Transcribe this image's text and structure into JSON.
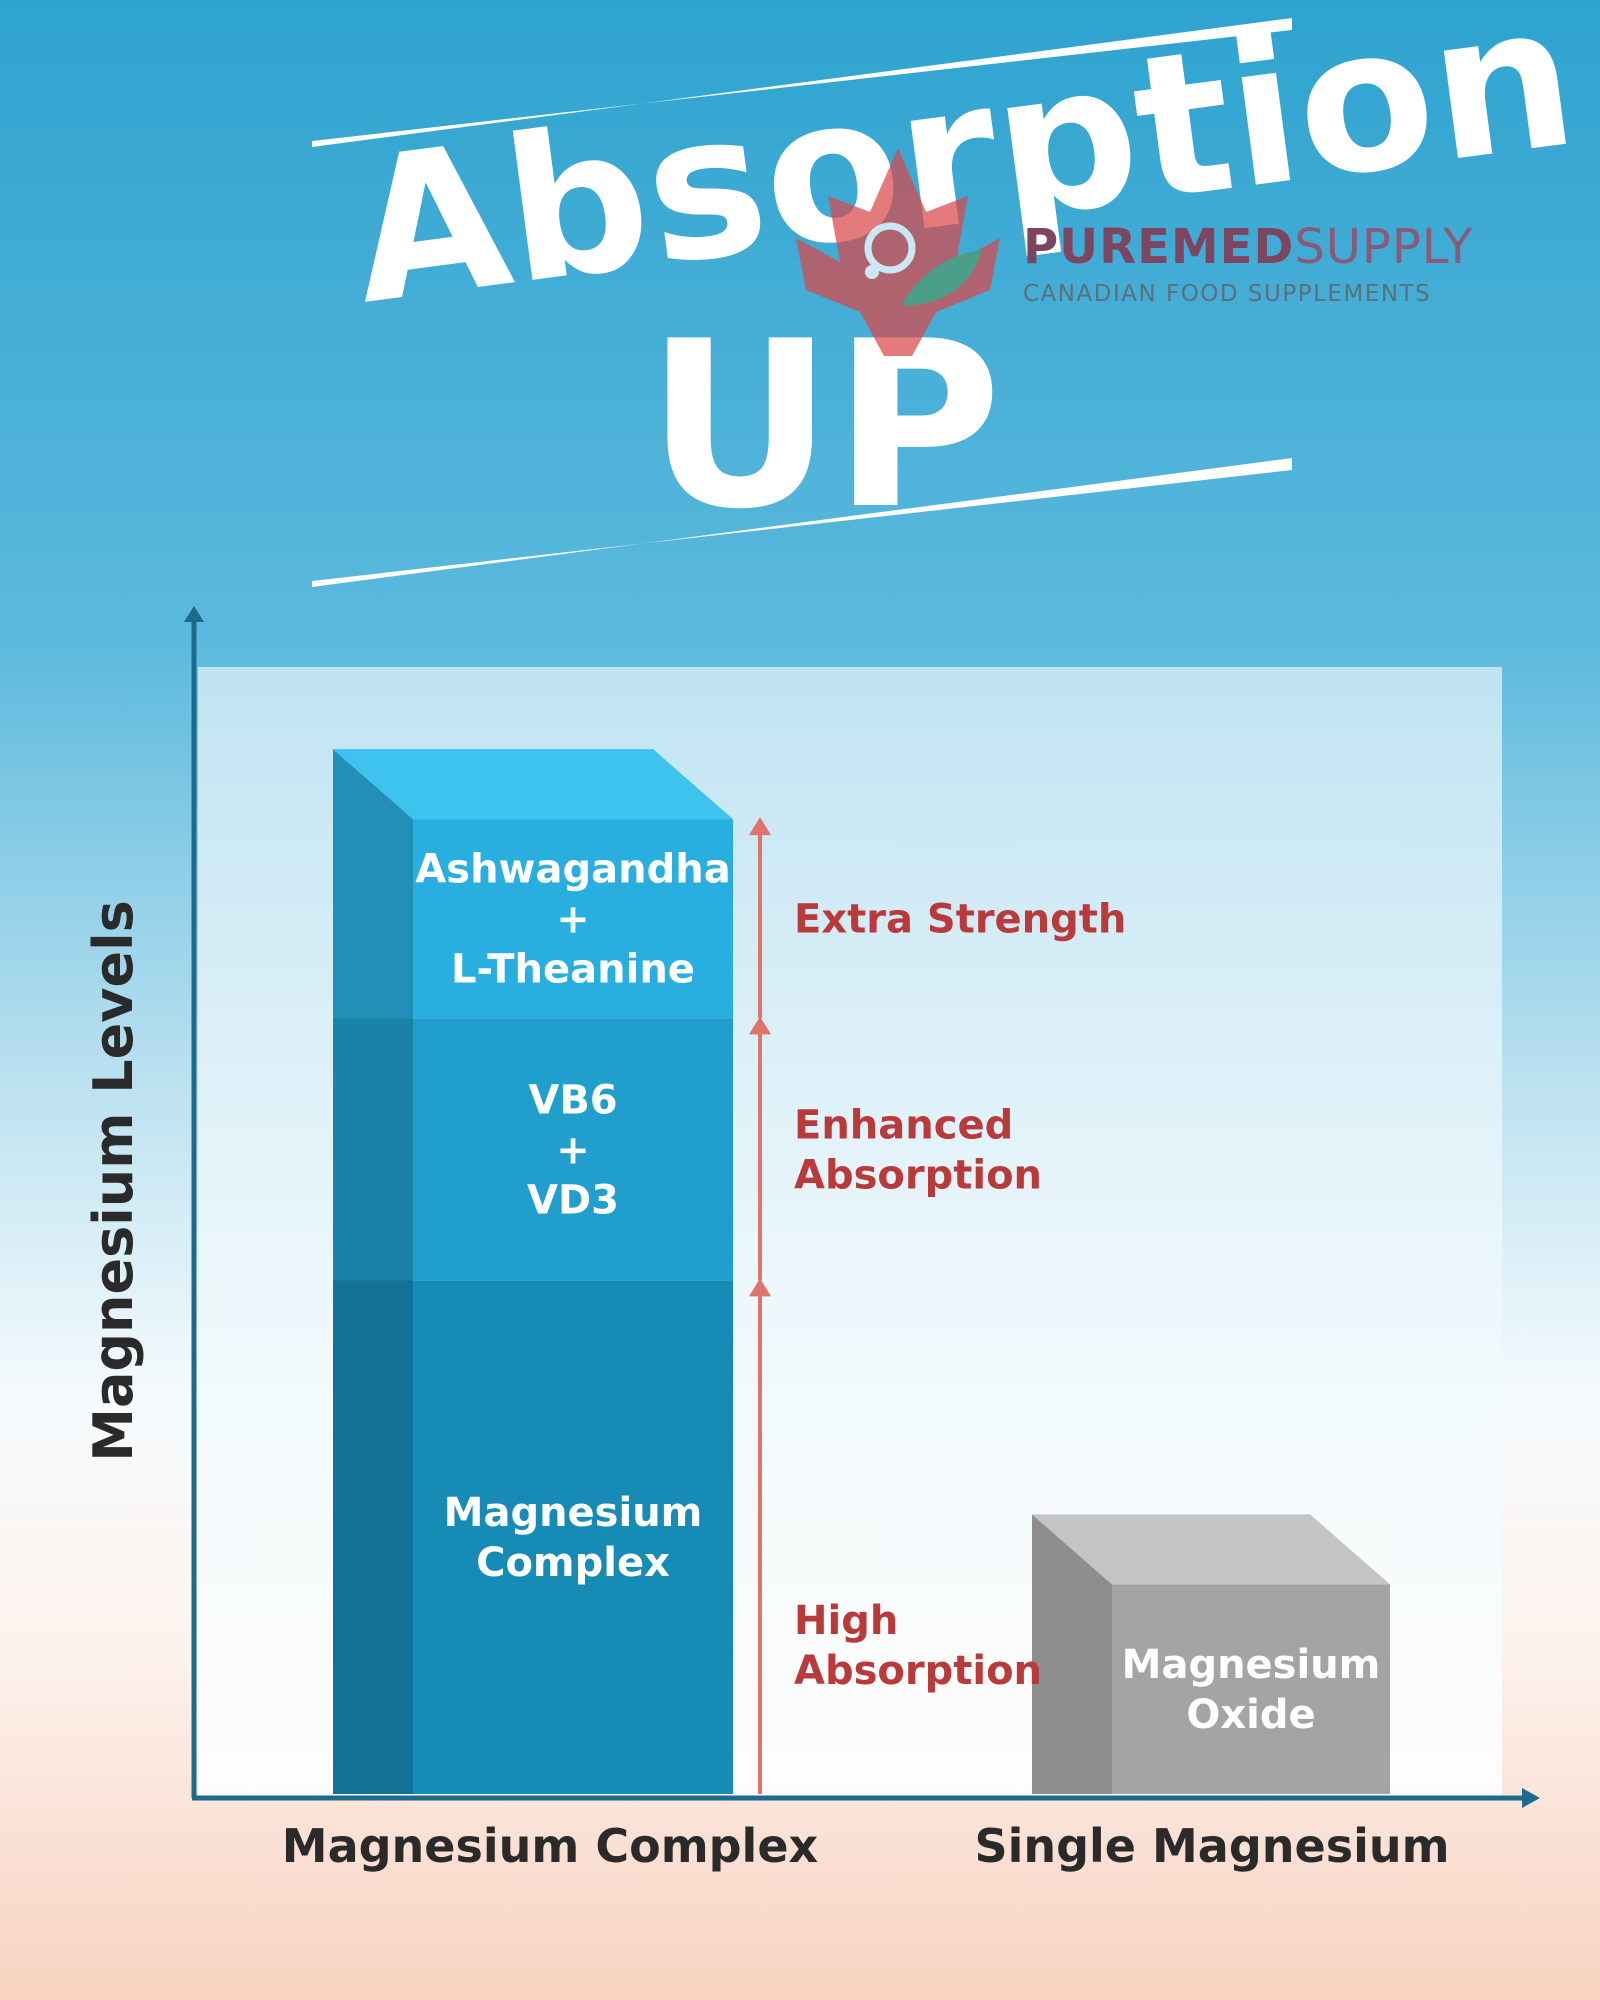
{
  "header": {
    "line1": "Absorption",
    "line2": "UP"
  },
  "brand": {
    "name_part1": "PUREMED",
    "name_part2": "SUPPLY",
    "tagline": "CANADIAN FOOD SUPPLEMENTS",
    "logo_icon": "maple-leaf-icon"
  },
  "colors": {
    "bg_top": "#2ea3d0",
    "bg_mid": "#eaf6fb",
    "bg_bottom": "#f8d2c0",
    "seg_bottom": "#168bb6",
    "seg_mid": "#209fcc",
    "seg_top": "#28aedf",
    "bar_cap": "#3ec3ee",
    "grey_front": "#a4a4a4",
    "grey_side": "#8e8e8e",
    "grey_top": "#c4c4c4",
    "accent_red": "#b83a3a",
    "arrow_red": "#e0736a",
    "axis": "#1c6a8c",
    "dark_text": "#2a2a2a"
  },
  "chart_data": {
    "type": "bar",
    "ylabel": "Magnesium Levels",
    "xlabel": "",
    "categories": [
      "Magnesium Complex",
      "Single Magnesium"
    ],
    "stack_segments": [
      {
        "category": "Magnesium Complex",
        "label_lines": [
          "Magnesium",
          "Complex"
        ],
        "value": 0.49,
        "color": "seg_bottom"
      },
      {
        "category": "Magnesium Complex",
        "label_lines": [
          "VB6",
          "+",
          "VD3"
        ],
        "value": 0.25,
        "color": "seg_mid"
      },
      {
        "category": "Magnesium Complex",
        "label_lines": [
          "Ashwagandha",
          "+",
          "L-Theanine"
        ],
        "value": 0.19,
        "color": "seg_top"
      },
      {
        "category": "Single Magnesium",
        "label_lines": [
          "Magnesium",
          "Oxide"
        ],
        "value": 0.2,
        "color": "grey_front"
      }
    ],
    "annotations": [
      {
        "lines": [
          "High",
          "Absorption"
        ],
        "from": 0.0,
        "to": 0.49
      },
      {
        "lines": [
          "Enhanced",
          "Absorption"
        ],
        "from": 0.49,
        "to": 0.74
      },
      {
        "lines": [
          "Extra Strength"
        ],
        "from": 0.74,
        "to": 0.93
      }
    ],
    "ylim": [
      0,
      1.12
    ],
    "grid": false
  }
}
